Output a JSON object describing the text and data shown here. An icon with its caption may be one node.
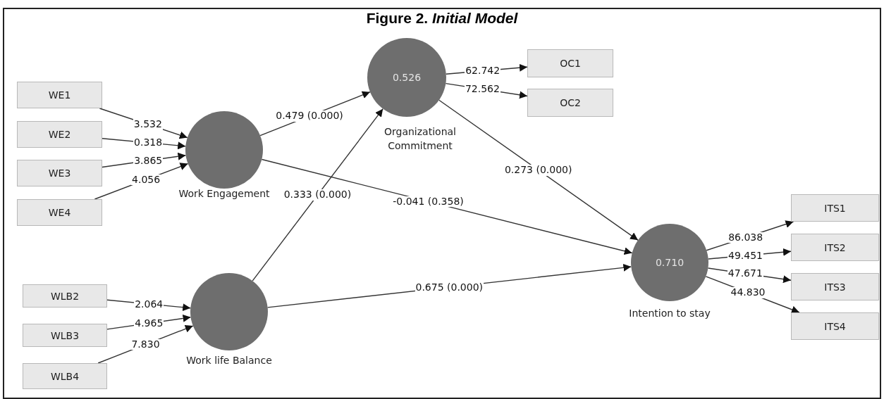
{
  "diagram": {
    "title": "Figure 2. *Initial Model*",
    "nodes": [
      {
        "text": [
          "WE1"
        ]
      },
      {
        "text": [
          "WE2"
        ]
      },
      {
        "text": [
          "WE3"
        ]
      },
      {
        "text": [
          "WE4"
        ]
      },
      {
        "text": [],
        "shape": "circle",
        "beside": [
          "Work Engagement"
        ]
      },
      {
        "text": [
          "WLB2"
        ]
      },
      {
        "text": [
          "WLB3"
        ]
      },
      {
        "text": [
          "WLB4"
        ]
      },
      {
        "text": [],
        "shape": "circle",
        "beside": [
          "Work life Balance"
        ]
      },
      {
        "text": [
          "0.526"
        ],
        "beside": [
          "Organizational Commitment"
        ]
      },
      {
        "text": [
          "OC1"
        ]
      },
      {
        "text": [
          "OC2"
        ]
      },
      {
        "text": [
          "0.710"
        ],
        "beside": [
          "Intention to stay"
        ]
      },
      {
        "text": [
          "ITS1"
        ]
      },
      {
        "text": [
          "ITS2"
        ]
      },
      {
        "text": [
          "ITS3"
        ]
      },
      {
        "text": [
          "ITS4"
        ]
      }
    ],
    "edges": [
      {
        "from": 0,
        "to": 4,
        "arrow": "to",
        "label": "3.532"
      },
      {
        "from": 1,
        "to": 4,
        "arrow": "to",
        "label": "0.318"
      },
      {
        "from": 2,
        "to": 4,
        "arrow": "to",
        "label": "3.865"
      },
      {
        "from": 3,
        "to": 4,
        "arrow": "to",
        "label": "4.056"
      },
      {
        "from": 5,
        "to": 8,
        "arrow": "to",
        "label": "2.064"
      },
      {
        "from": 6,
        "to": 8,
        "arrow": "to",
        "label": "4.965"
      },
      {
        "from": 7,
        "to": 8,
        "arrow": "to",
        "label": "7.830"
      },
      {
        "from": 9,
        "to": 10,
        "arrow": "to",
        "label": "62.742"
      },
      {
        "from": 9,
        "to": 11,
        "arrow": "to",
        "label": "72.562"
      },
      {
        "from": 4,
        "to": 9,
        "arrow": "to",
        "label": "0.479 (0.000)"
      },
      {
        "from": 8,
        "to": 9,
        "arrow": "to",
        "label": "0.333 (0.000)"
      },
      {
        "from": 4,
        "to": 12,
        "arrow": "to",
        "label": "-0.041 (0.358)"
      },
      {
        "from": 8,
        "to": 12,
        "arrow": "to",
        "label": "0.675 (0.000)"
      },
      {
        "from": 9,
        "to": 12,
        "arrow": "to",
        "label": "0.273 (0.000)"
      },
      {
        "from": 12,
        "to": 13,
        "arrow": "to",
        "label": "86.038"
      },
      {
        "from": 12,
        "to": 14,
        "arrow": "to",
        "label": "49.451"
      },
      {
        "from": 12,
        "to": 15,
        "arrow": "to",
        "label": "47.671"
      },
      {
        "from": 12,
        "to": 16,
        "arrow": "to",
        "label": "44.830"
      }
    ]
  }
}
